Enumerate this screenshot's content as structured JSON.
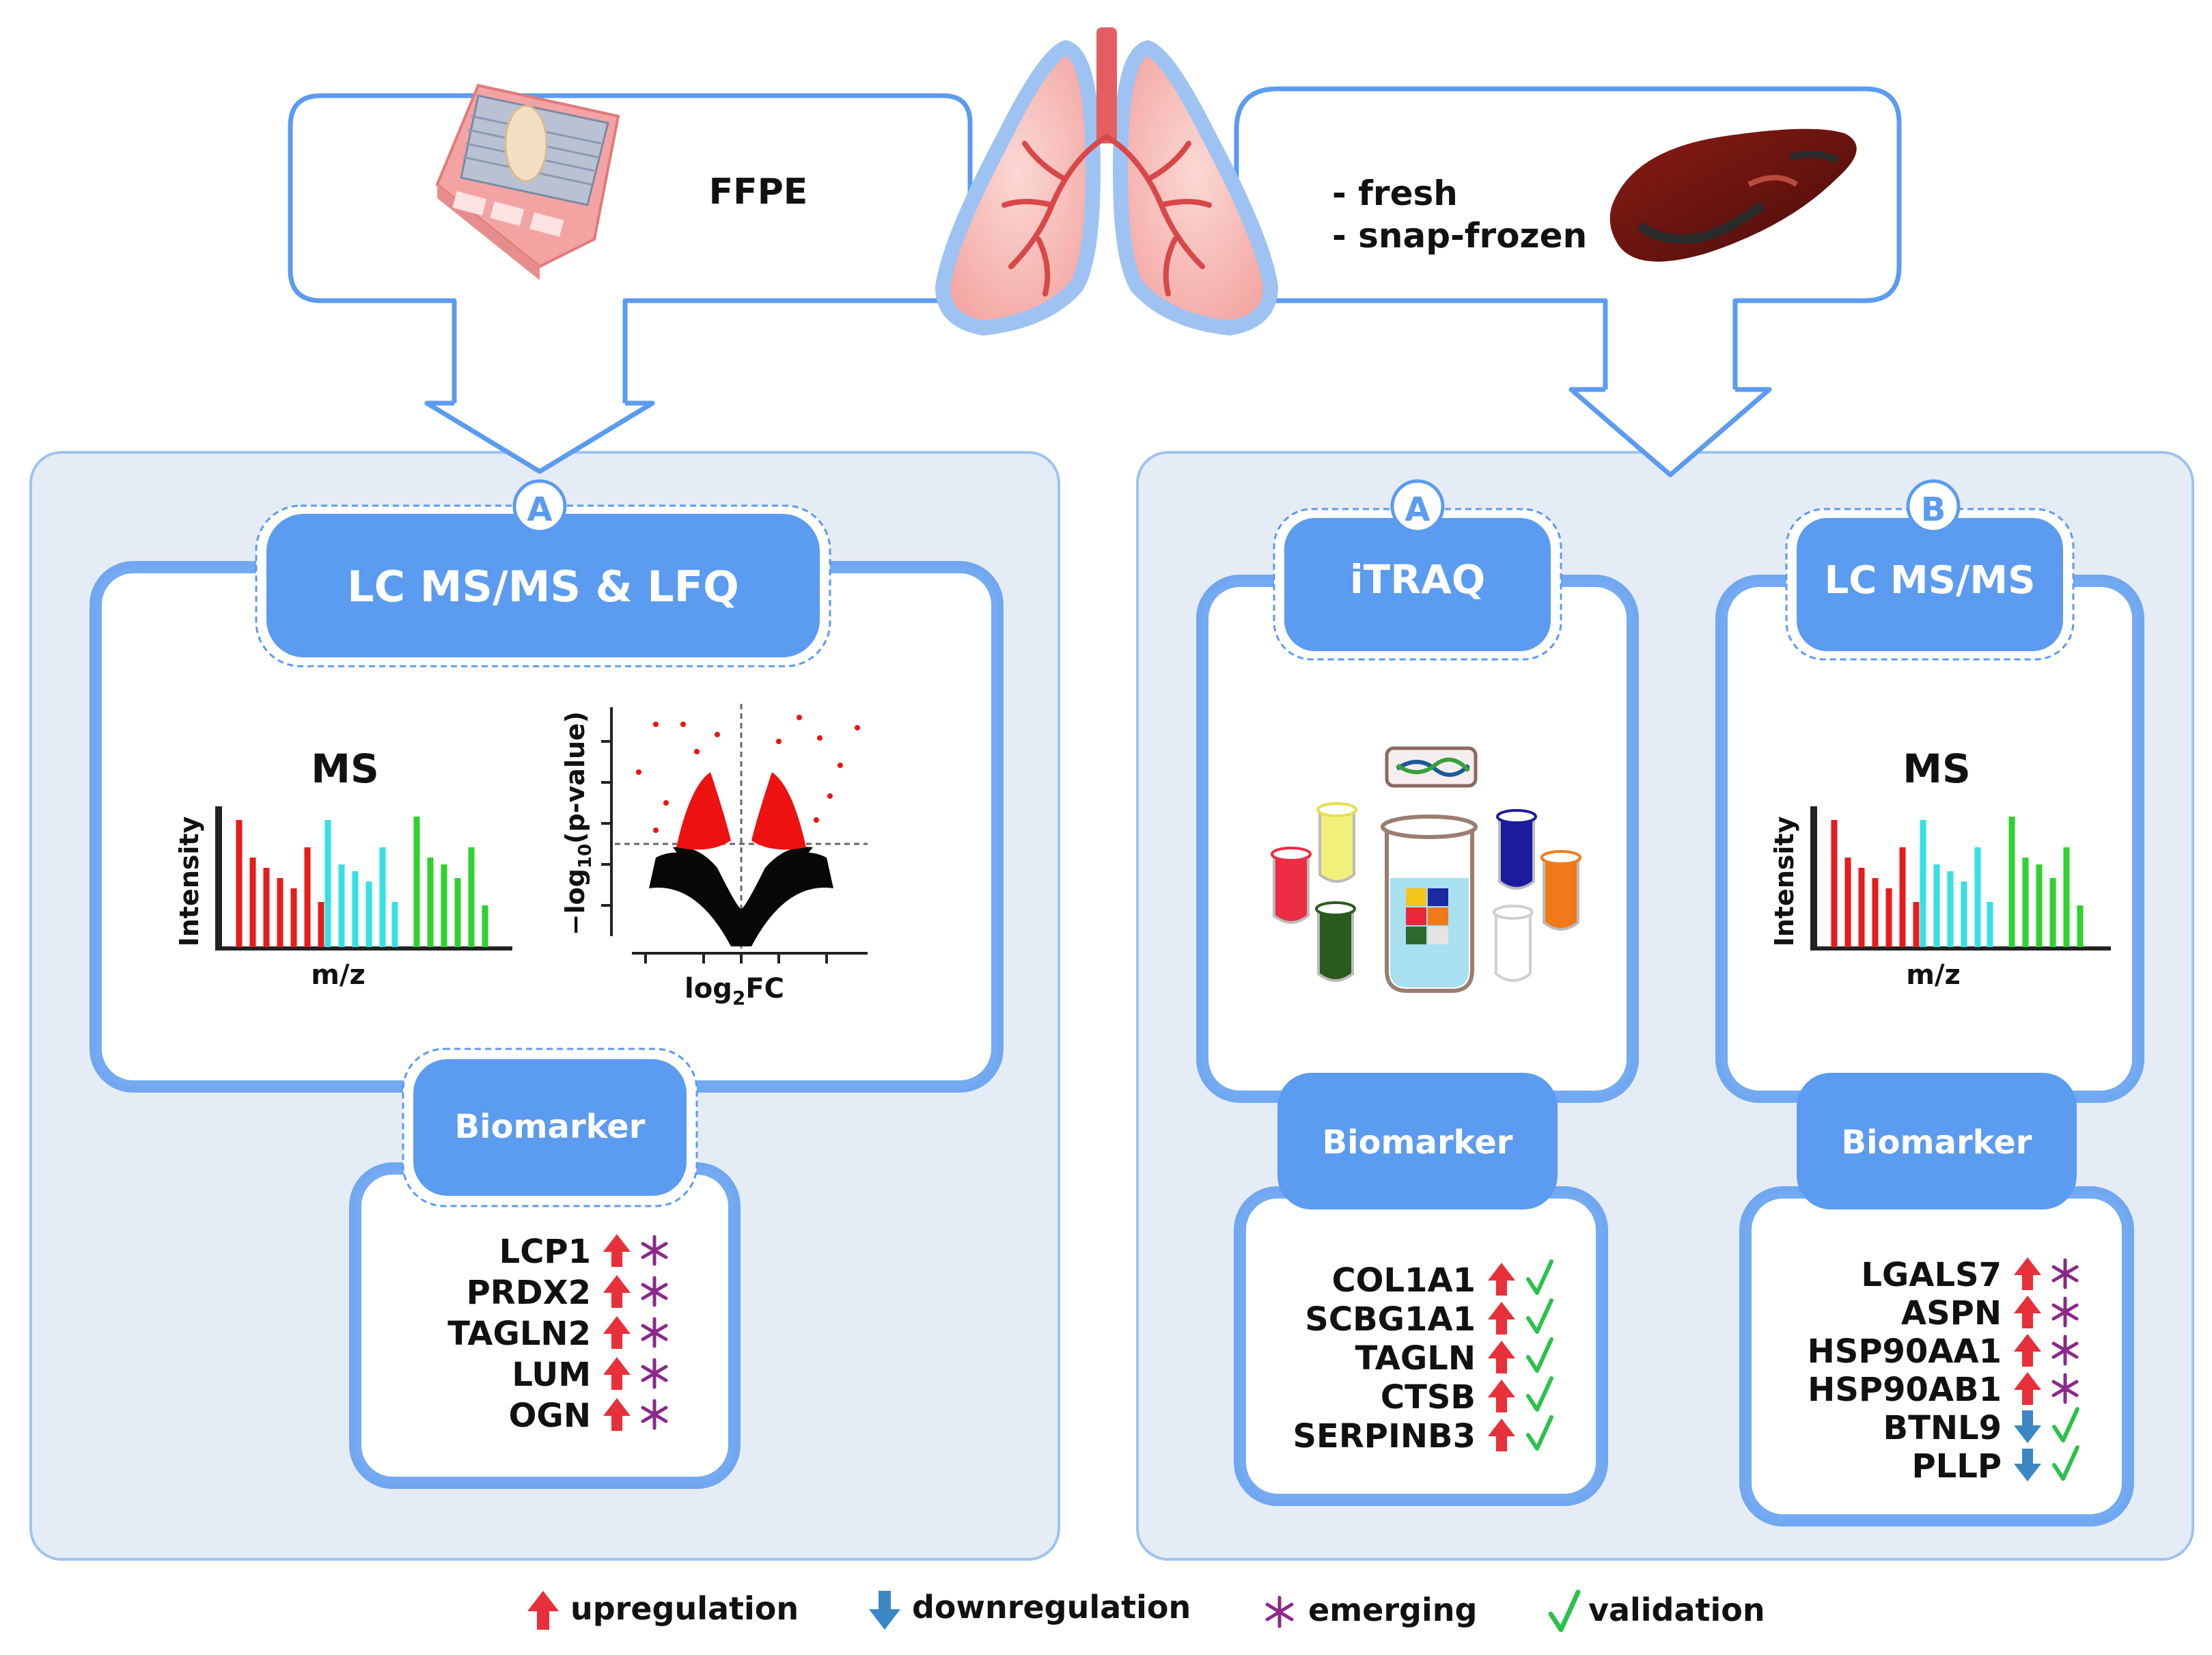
{
  "top": {
    "ffpe_label": "FFPE",
    "fresh_label": "- fresh",
    "snap_label": "- snap-frozen"
  },
  "left_panel": {
    "badge": "A",
    "method": "LC MS/MS & LFQ",
    "ms_title": "MS",
    "ms_ylabel": "Intensity",
    "ms_xlabel": "m/z",
    "volcano_ylabel_prefix": "−log",
    "volcano_ylabel_sub": "10",
    "volcano_ylabel_suffix": "(p-value)",
    "volcano_xlabel_prefix": "log",
    "volcano_xlabel_sub": "2",
    "volcano_xlabel_suffix": "FC",
    "biomarker_title": "Biomarker",
    "biomarkers": [
      {
        "name": "LCP1",
        "reg": "up",
        "status": "emerging"
      },
      {
        "name": "PRDX2",
        "reg": "up",
        "status": "emerging"
      },
      {
        "name": "TAGLN2",
        "reg": "up",
        "status": "emerging"
      },
      {
        "name": "LUM",
        "reg": "up",
        "status": "emerging"
      },
      {
        "name": "OGN",
        "reg": "up",
        "status": "emerging"
      }
    ]
  },
  "right_panel_a": {
    "badge": "A",
    "method": "iTRAQ",
    "biomarker_title": "Biomarker",
    "biomarkers": [
      {
        "name": "COL1A1",
        "reg": "up",
        "status": "validation"
      },
      {
        "name": "SCBG1A1",
        "reg": "up",
        "status": "validation"
      },
      {
        "name": "TAGLN",
        "reg": "up",
        "status": "validation"
      },
      {
        "name": "CTSB",
        "reg": "up",
        "status": "validation"
      },
      {
        "name": "SERPINB3",
        "reg": "up",
        "status": "validation"
      }
    ]
  },
  "right_panel_b": {
    "badge": "B",
    "method": "LC MS/MS",
    "ms_title": "MS",
    "ms_ylabel": "Intensity",
    "ms_xlabel": "m/z",
    "biomarker_title": "Biomarker",
    "biomarkers": [
      {
        "name": "LGALS7",
        "reg": "up",
        "status": "emerging"
      },
      {
        "name": "ASPN",
        "reg": "up",
        "status": "emerging"
      },
      {
        "name": "HSP90AA1",
        "reg": "up",
        "status": "emerging"
      },
      {
        "name": "HSP90AB1",
        "reg": "up",
        "status": "emerging"
      },
      {
        "name": "BTNL9",
        "reg": "down",
        "status": "validation"
      },
      {
        "name": "PLLP",
        "reg": "down",
        "status": "validation"
      }
    ]
  },
  "legend": {
    "up": "upregulation",
    "down": "downregulation",
    "emerging": "emerging",
    "validation": "validation"
  },
  "colors": {
    "frame": "#5b9bf0",
    "panel_fill": "#e6ecf5",
    "box_fill": "#5b9bf0",
    "up_arrow": "#e8303a",
    "down_arrow": "#3b87c4",
    "emerging": "#8a2a8a",
    "validation": "#2bc24a"
  }
}
